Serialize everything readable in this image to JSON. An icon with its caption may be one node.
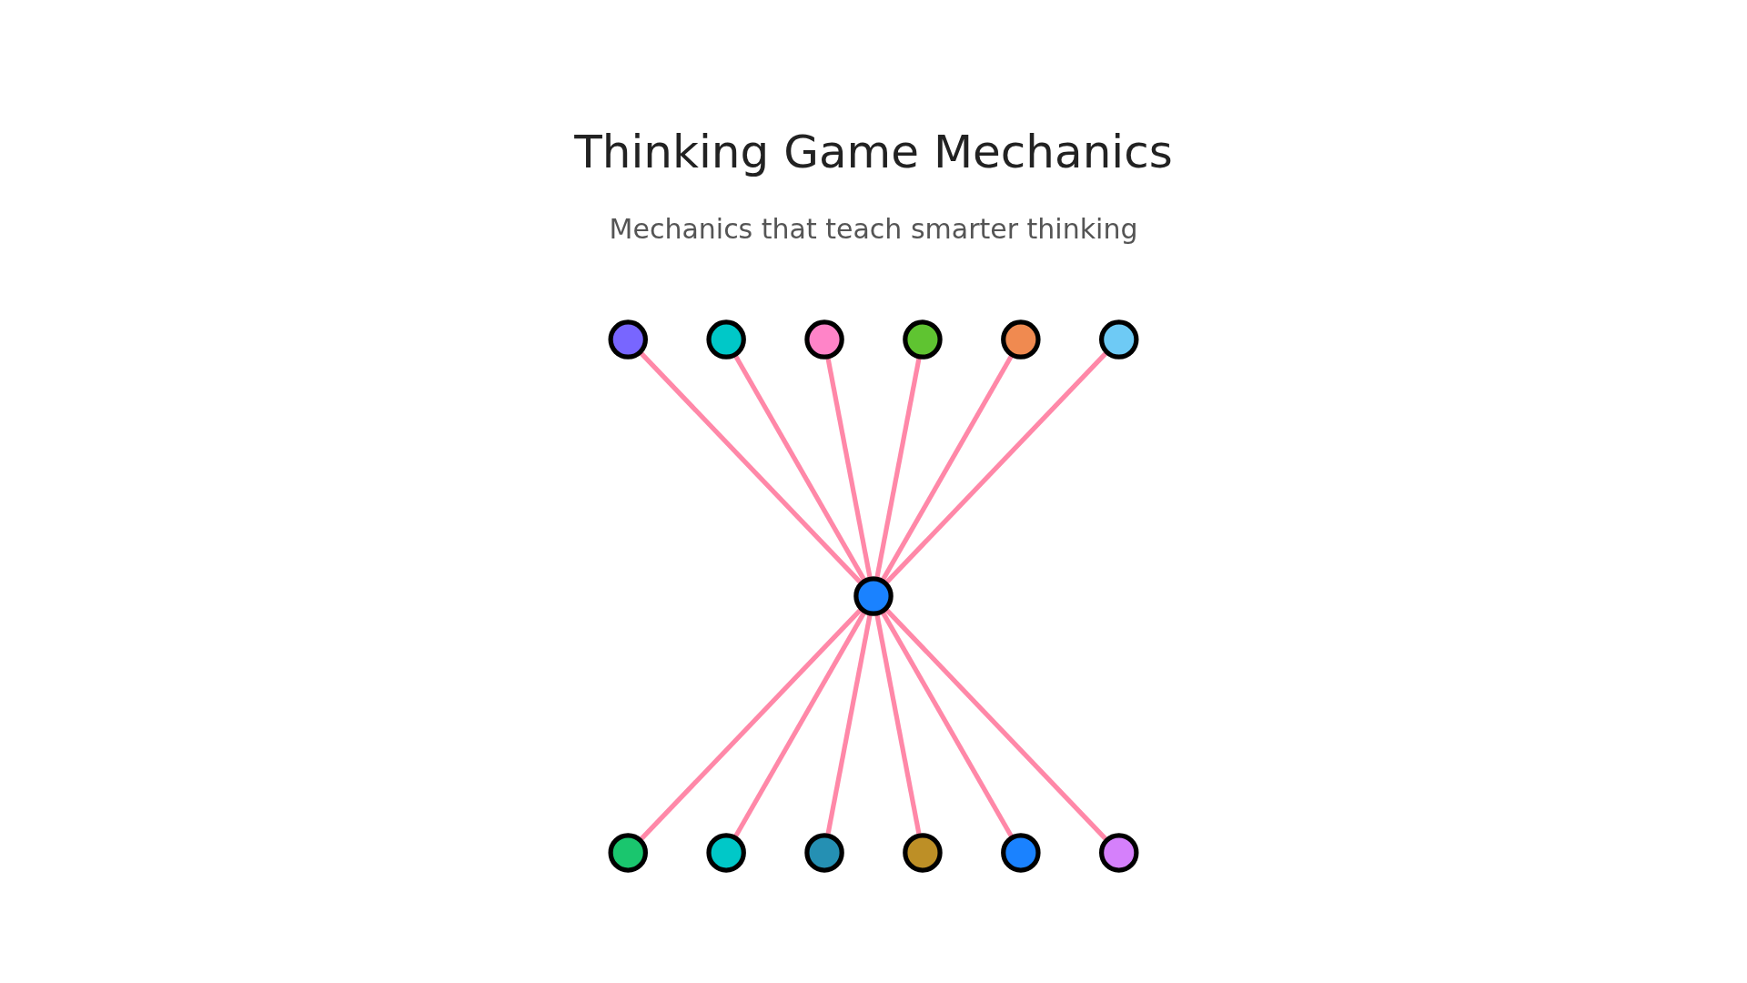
{
  "diagram": {
    "title": "Thinking Game Mechanics",
    "nodes": [
      {
        "text": [],
        "shape": "circle"
      },
      {
        "text": [],
        "shape": "circle"
      },
      {
        "text": [],
        "shape": "circle"
      },
      {
        "text": [],
        "shape": "circle"
      },
      {
        "text": [],
        "shape": "circle"
      },
      {
        "text": [],
        "shape": "circle"
      },
      {
        "text": [],
        "shape": "circle"
      },
      {
        "text": [],
        "shape": "circle"
      },
      {
        "text": [],
        "shape": "circle"
      },
      {
        "text": [],
        "shape": "circle"
      },
      {
        "text": [],
        "shape": "circle"
      },
      {
        "text": [],
        "shape": "circle"
      },
      {
        "text": [],
        "shape": "circle"
      }
    ],
    "edges": [
      {
        "from": 0,
        "to": 6,
        "arrow": "none"
      },
      {
        "from": 1,
        "to": 6,
        "arrow": "none"
      },
      {
        "from": 2,
        "to": 6,
        "arrow": "none"
      },
      {
        "from": 3,
        "to": 6,
        "arrow": "none"
      },
      {
        "from": 4,
        "to": 6,
        "arrow": "none"
      },
      {
        "from": 5,
        "to": 6,
        "arrow": "none"
      },
      {
        "from": 6,
        "to": 7,
        "arrow": "none"
      },
      {
        "from": 6,
        "to": 8,
        "arrow": "none"
      },
      {
        "from": 6,
        "to": 9,
        "arrow": "none"
      },
      {
        "from": 6,
        "to": 10,
        "arrow": "none"
      },
      {
        "from": 6,
        "to": 11,
        "arrow": "none"
      },
      {
        "from": 6,
        "to": 12,
        "arrow": "none"
      }
    ],
    "labels": [
      "Mechanics that teach smarter thinking"
    ]
  }
}
